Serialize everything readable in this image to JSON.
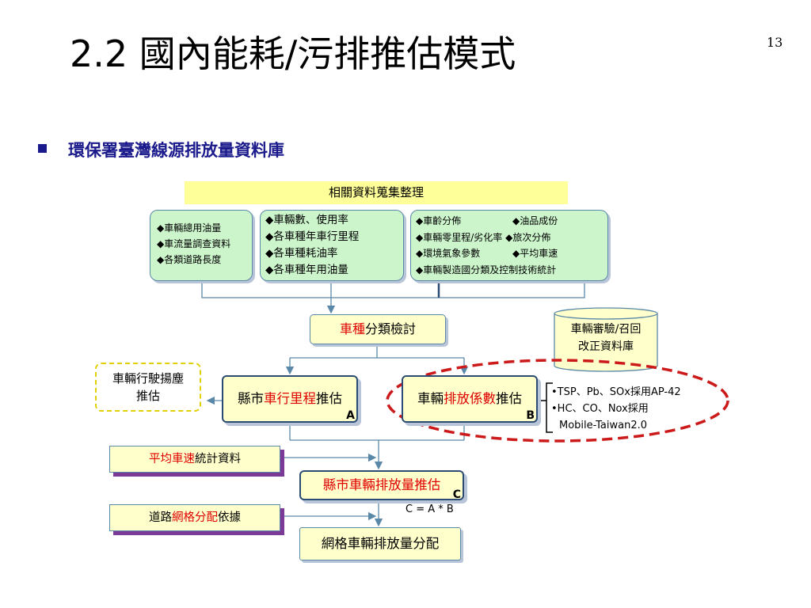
{
  "slide": {
    "title": "2.2 國內能耗/污排推估模式",
    "page_number": "13",
    "bullet": "環保署臺灣線源排放量資料庫"
  },
  "diagram": {
    "header": "相關資料蒐集整理",
    "box1": [
      "◆車輛總用油量",
      "◆車流量調查資料",
      "◆各類道路長度"
    ],
    "box2": [
      "◆車輛數、使用率",
      "◆各車種年車行里程",
      "◆各車種耗油率",
      "◆各車種年用油量"
    ],
    "box3": {
      "r1a": "◆車齡分佈",
      "r1b": "◆油品成份",
      "r2": "◆車輛零里程/劣化率 ◆旅次分佈",
      "r3a": "◆環境氣象參數",
      "r3b": "◆平均車速",
      "r4": "◆車輛製造國分類及控制技術統計"
    },
    "classify": {
      "part1": "車種",
      "part2": "分類檢討"
    },
    "database": [
      "車輛審驗/召回",
      "改正資料庫"
    ],
    "dust": [
      "車輛行駛揚塵",
      "推估"
    ],
    "mileage": {
      "p1": "縣市",
      "p2": "車行里程",
      "p3": "推估",
      "tag": "A"
    },
    "emission": {
      "p1": "車輛",
      "p2": "排放係數",
      "p3": "推估",
      "tag": "B"
    },
    "refs": [
      "•TSP、Pb、SOx採用AP-42",
      "•HC、CO、Nox採用",
      "Mobile-Taiwan2.0"
    ],
    "speed": {
      "p1": "平均車",
      "p2": "速",
      "p3": "統計資料"
    },
    "grid_basis": {
      "p1": "道路",
      "p2": "網格分配",
      "p3": "依據"
    },
    "county": {
      "text": "縣市車輛排放量推估",
      "tag": "C"
    },
    "formula": "C = A * B",
    "grid_out": "網格車輛排放量分配"
  }
}
